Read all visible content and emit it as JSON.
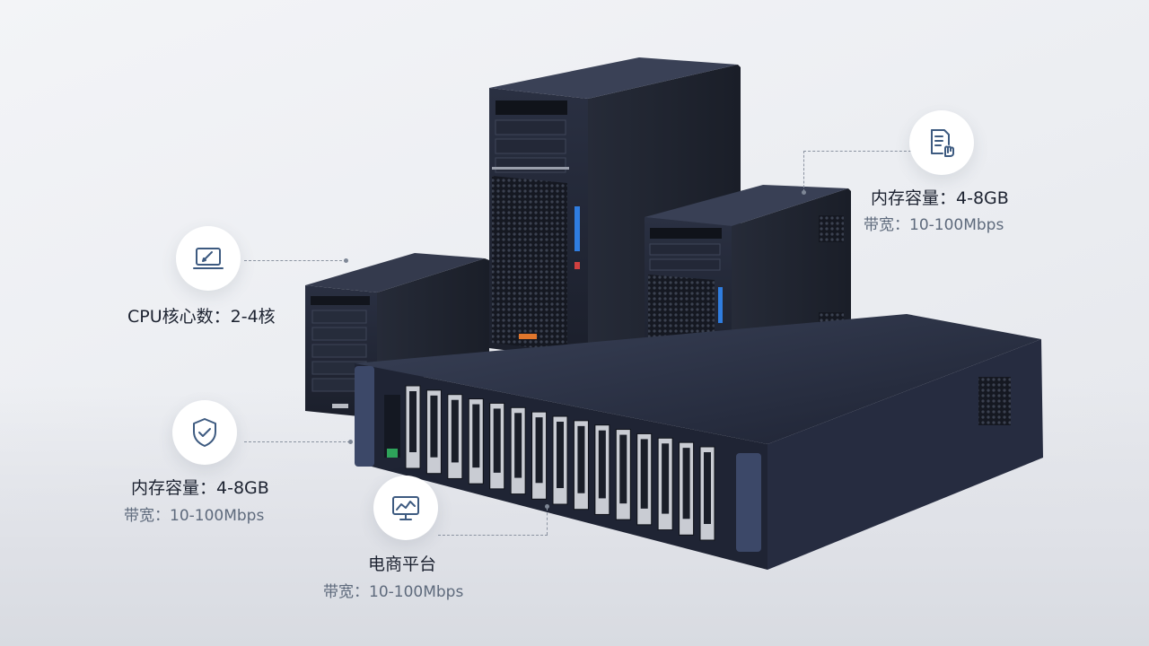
{
  "callouts": {
    "cpu": {
      "title": "CPU核心数：2-4核",
      "icon": "laptop-edit-icon"
    },
    "memory_left": {
      "title": "内存容量：4-8GB",
      "subtitle": "带宽：10-100Mbps",
      "icon": "shield-check-icon"
    },
    "ecommerce": {
      "title": "电商平台",
      "subtitle": "带宽：10-100Mbps",
      "icon": "monitor-chart-icon"
    },
    "memory_right": {
      "title": "内存容量：4-8GB",
      "subtitle": "带宽：10-100Mbps",
      "icon": "document-hand-icon"
    }
  },
  "colors": {
    "server_dark": "#1f2430",
    "server_navy": "#2c3550",
    "accent_orange": "#e0762c",
    "accent_blue": "#2f7de0"
  }
}
